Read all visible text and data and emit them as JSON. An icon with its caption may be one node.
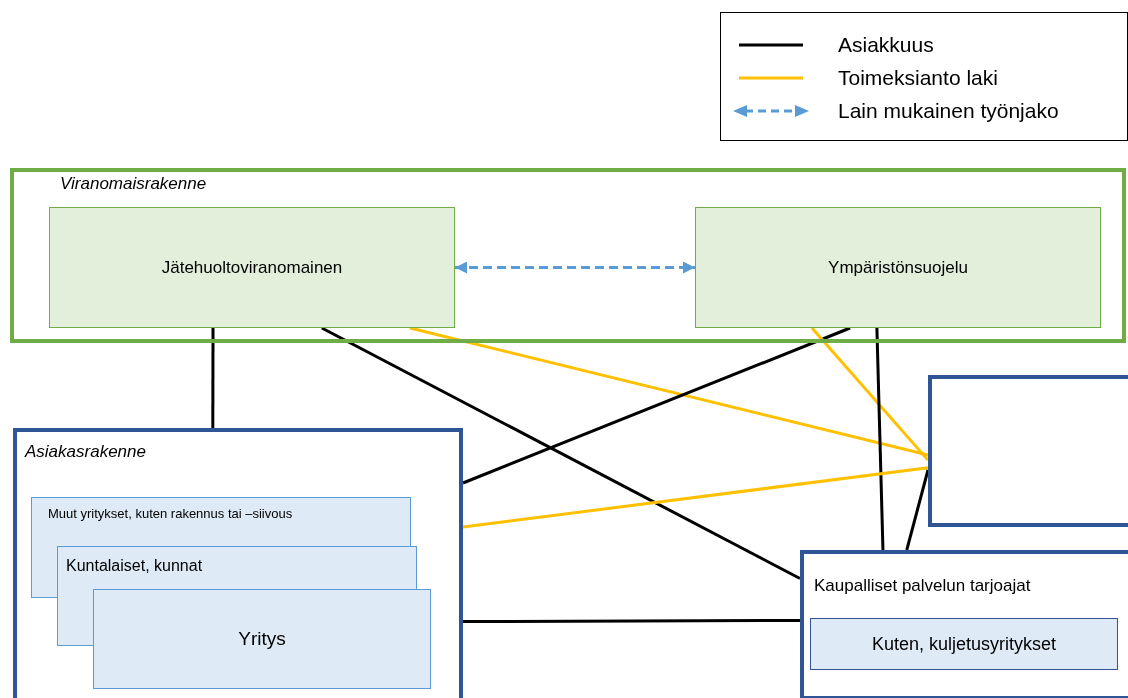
{
  "diagram": {
    "nodes": [
      {
        "text": [
          "Viranomaisrakenne"
        ]
      },
      {
        "text": [
          "Jätehuoltoviranomainen"
        ],
        "in": 0
      },
      {
        "text": [
          "Ympäristönsuojelu"
        ],
        "in": 0
      },
      {
        "text": [
          "Asiakasrakenne"
        ]
      },
      {
        "text": [
          "Muut yritykset, kuten rakennus tai –siivous"
        ],
        "in": 3
      },
      {
        "text": [
          "Kuntalaiset, kunnat"
        ],
        "in": 3
      },
      {
        "text": [
          "Yritys"
        ],
        "in": 3
      },
      {
        "text": [],
        "shape": "box"
      },
      {
        "text": [
          "Kaupalliset palvelun tarjoajat"
        ]
      },
      {
        "text": [
          "Kuten, kuljetusyritykset"
        ],
        "in": 8
      }
    ],
    "edges": [
      {
        "from": 1,
        "to": 2,
        "arrow": "both",
        "style": "dashed",
        "color": "#5b9bd5"
      },
      {
        "from": 1,
        "to": 3,
        "arrow": "none"
      },
      {
        "from": 1,
        "to": 8,
        "arrow": "none"
      },
      {
        "from": 1,
        "to": 7,
        "arrow": "none",
        "color": "#ffc000"
      },
      {
        "from": 2,
        "to": 3,
        "arrow": "none"
      },
      {
        "from": 2,
        "to": 7,
        "arrow": "none",
        "color": "#ffc000"
      },
      {
        "from": 2,
        "to": 8,
        "arrow": "none"
      },
      {
        "from": 3,
        "to": 7,
        "arrow": "none",
        "color": "#ffc000"
      },
      {
        "from": 7,
        "to": 8,
        "arrow": "none"
      },
      {
        "from": 3,
        "to": 8,
        "arrow": "none"
      }
    ],
    "legend": [
      {
        "text": "Asiakkuus"
      },
      {
        "text": "Toimeksianto laki"
      },
      {
        "text": "Lain mukainen työnjako"
      }
    ]
  }
}
